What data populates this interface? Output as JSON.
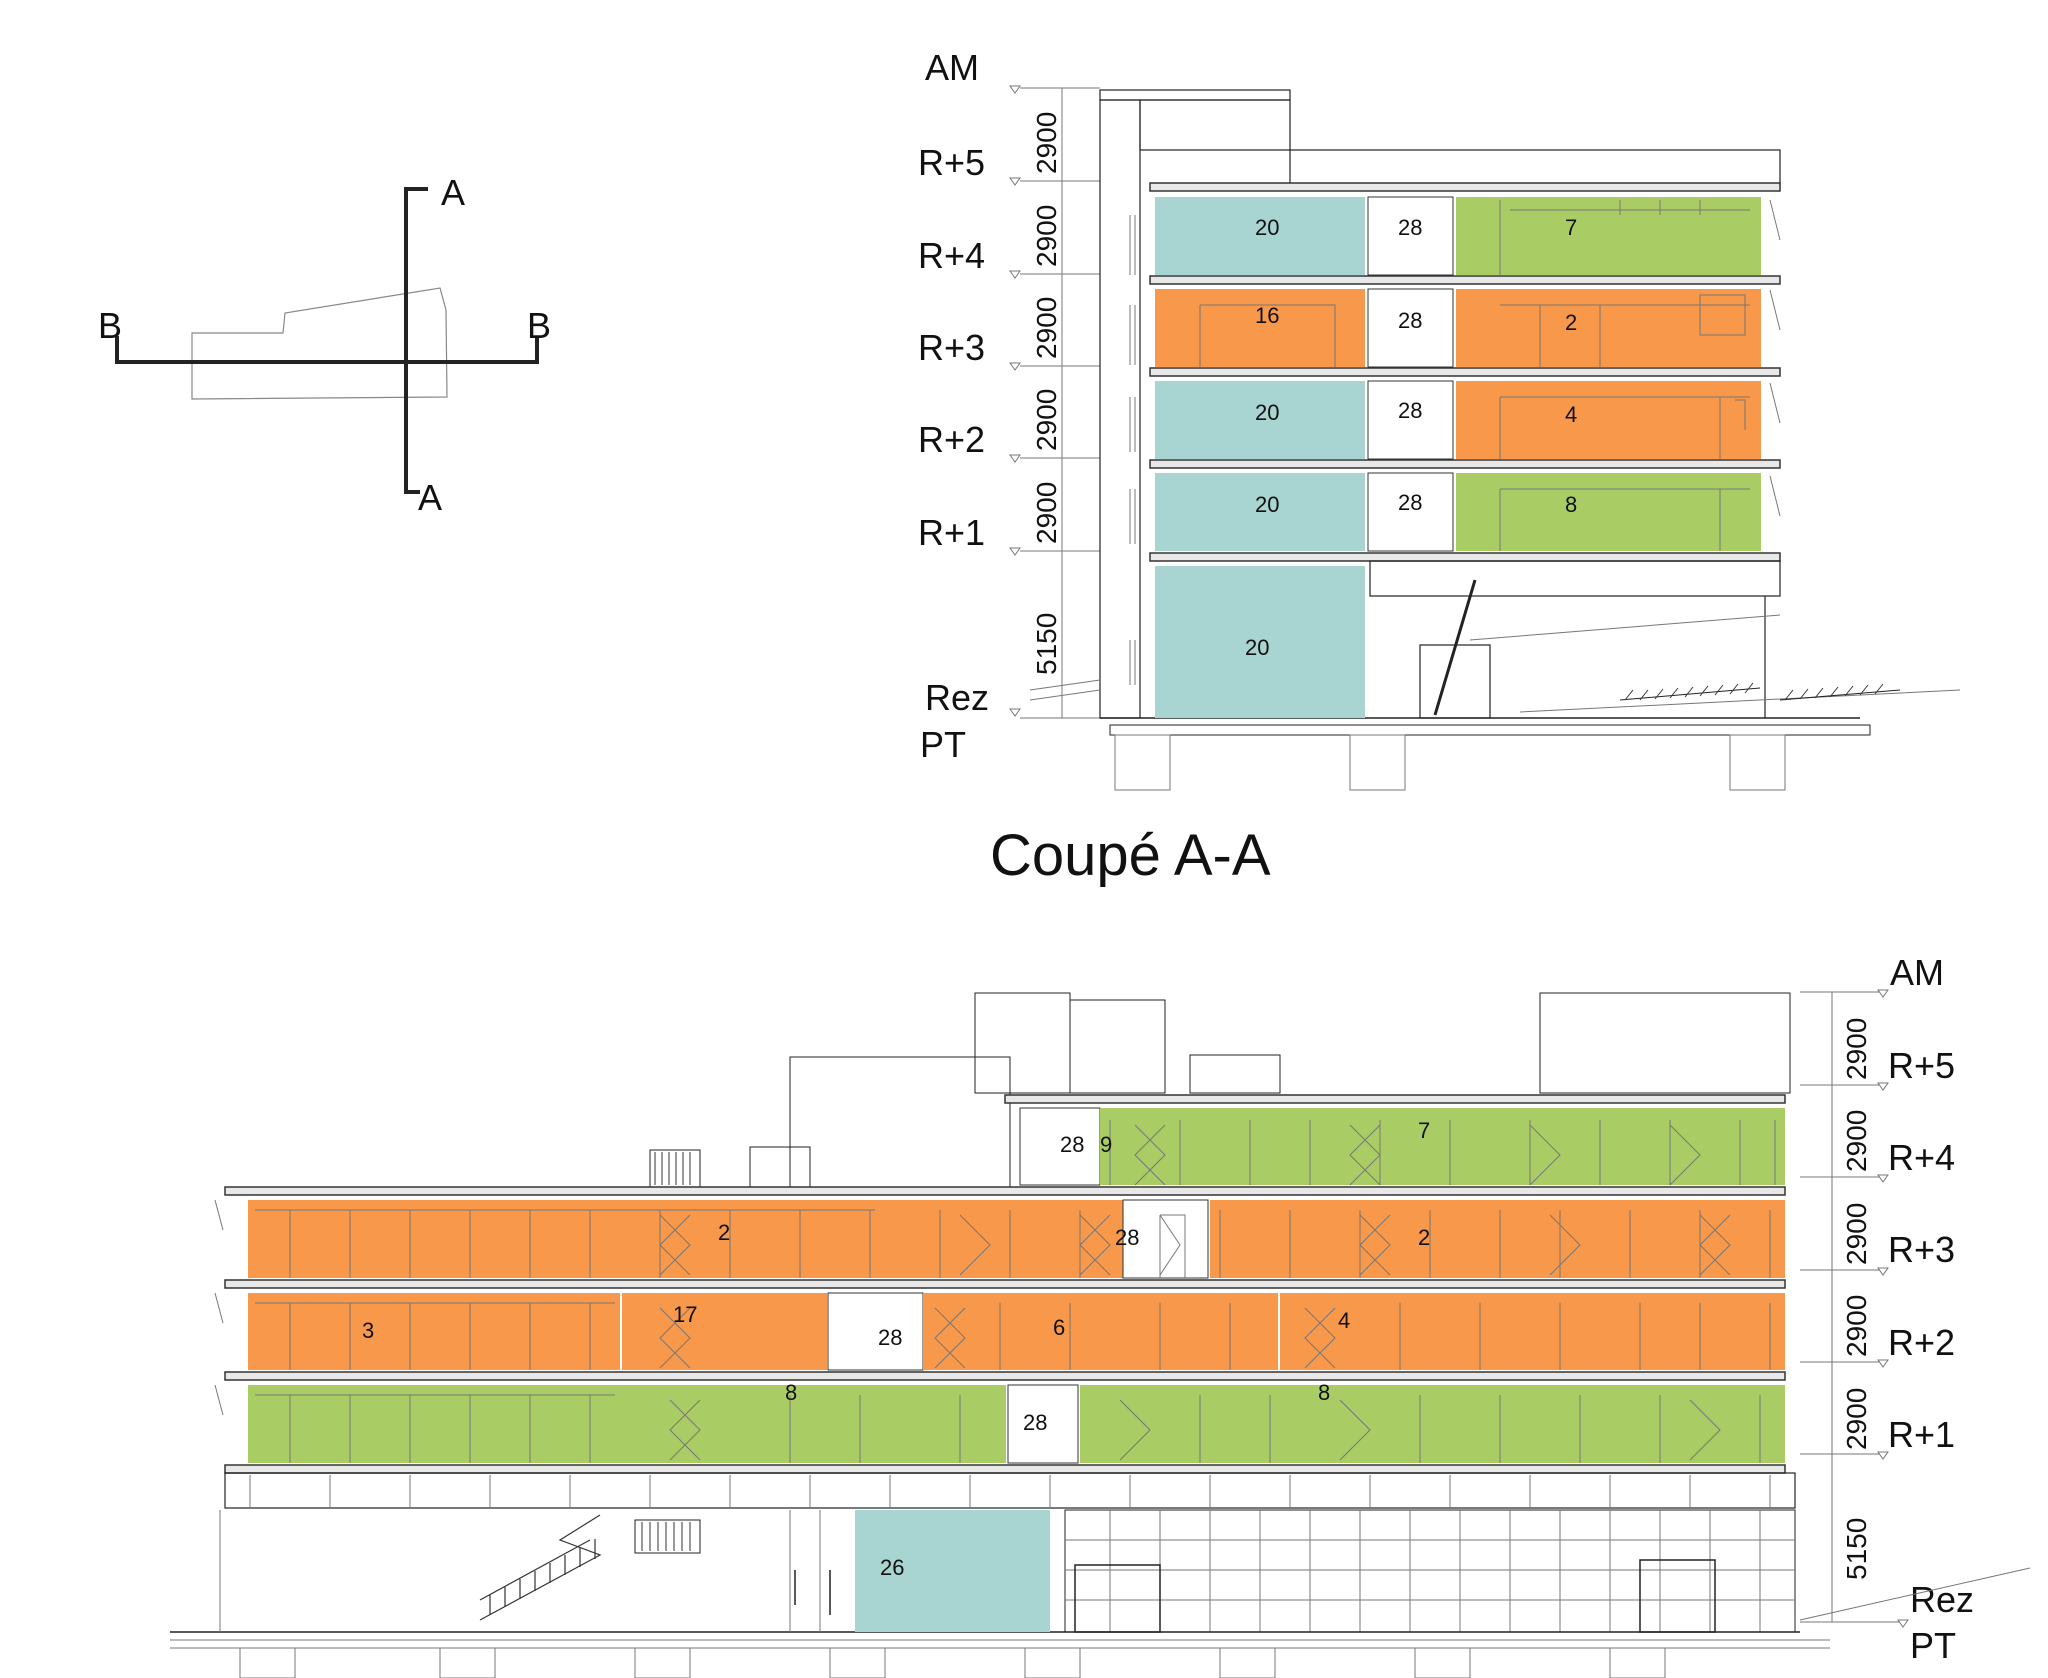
{
  "colors": {
    "blue": "#a8d4d2",
    "orange": "#f7984a",
    "green": "#a9cd64",
    "white": "#ffffff",
    "line": "#222222"
  },
  "key_plan": {
    "labels": [
      "A",
      "A",
      "B",
      "B"
    ]
  },
  "section_aa": {
    "title": "Coupé A-A",
    "levels": [
      "AM",
      "R+5",
      "R+4",
      "R+3",
      "R+2",
      "R+1",
      "Rez",
      "PT"
    ],
    "dimensions": [
      "2900",
      "2900",
      "2900",
      "2900",
      "2900",
      "5150"
    ],
    "rooms": [
      {
        "label": "20",
        "color": "blue"
      },
      {
        "label": "28",
        "color": "white"
      },
      {
        "label": "7",
        "color": "green"
      },
      {
        "label": "16",
        "color": "orange"
      },
      {
        "label": "28",
        "color": "white"
      },
      {
        "label": "2",
        "color": "orange"
      },
      {
        "label": "20",
        "color": "blue"
      },
      {
        "label": "28",
        "color": "white"
      },
      {
        "label": "4",
        "color": "orange"
      },
      {
        "label": "20",
        "color": "blue"
      },
      {
        "label": "28",
        "color": "white"
      },
      {
        "label": "8",
        "color": "green"
      },
      {
        "label": "20",
        "color": "blue"
      }
    ]
  },
  "section_bb": {
    "levels": [
      "AM",
      "R+5",
      "R+4",
      "R+3",
      "R+2",
      "R+1",
      "Rez",
      "PT"
    ],
    "dimensions": [
      "2900",
      "2900",
      "2900",
      "2900",
      "2900",
      "5150"
    ],
    "rooms": [
      {
        "label": "28",
        "color": "white"
      },
      {
        "label": "9",
        "color": "green"
      },
      {
        "label": "7",
        "color": "green"
      },
      {
        "label": "2",
        "color": "orange"
      },
      {
        "label": "28",
        "color": "white"
      },
      {
        "label": "2",
        "color": "orange"
      },
      {
        "label": "3",
        "color": "orange"
      },
      {
        "label": "17",
        "color": "orange"
      },
      {
        "label": "28",
        "color": "white"
      },
      {
        "label": "6",
        "color": "orange"
      },
      {
        "label": "4",
        "color": "orange"
      },
      {
        "label": "8",
        "color": "green"
      },
      {
        "label": "28",
        "color": "white"
      },
      {
        "label": "8",
        "color": "green"
      },
      {
        "label": "26",
        "color": "blue"
      }
    ]
  }
}
